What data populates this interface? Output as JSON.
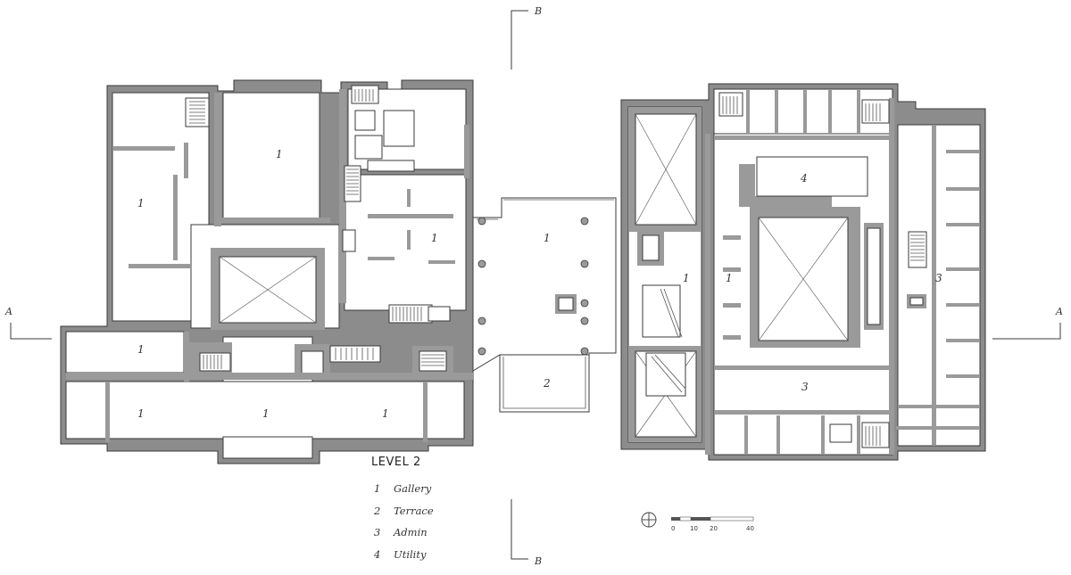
{
  "level_title": "LEVEL 2",
  "legend": [
    {
      "num": "1",
      "label": "Gallery"
    },
    {
      "num": "2",
      "label": "Terrace"
    },
    {
      "num": "3",
      "label": "Admin"
    },
    {
      "num": "4",
      "label": "Utility"
    }
  ],
  "section_markers": {
    "a_left": "A",
    "a_right": "A",
    "b_top": "B",
    "b_bottom": "B"
  },
  "room_numbers": {
    "west_gallery_tall": "1",
    "north_gallery": "1",
    "northeast_gallery": "1",
    "west_band": "1",
    "south_west": "1",
    "south_center": "1",
    "south_east": "1",
    "link_gallery": "1",
    "terrace": "2",
    "east_gallery_a": "1",
    "east_gallery_b": "1",
    "utility": "4",
    "admin_east": "3",
    "admin_south": "3"
  },
  "scale_bar": {
    "ticks": [
      "0",
      "10",
      "20",
      "40"
    ]
  },
  "colors": {
    "wall": "#8c8c8c",
    "line": "#3a3a3a",
    "background": "#ffffff"
  }
}
